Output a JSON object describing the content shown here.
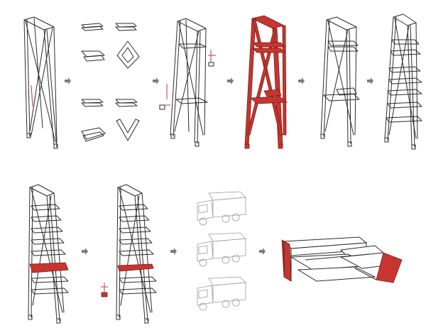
{
  "diagram": {
    "colors": {
      "line": "#2b2b2b",
      "accent_red": "#c8352f",
      "arrow_grey": "#7b7b7b",
      "truck_grey": "#9a9a9a",
      "background": "#ffffff"
    },
    "steps_row1": [
      "tower-frame",
      "beam-components",
      "tower-with-beams",
      "tower-highlighted",
      "tower-assembled",
      "tower-stacked"
    ],
    "steps_row2": [
      "tower-with-red-deck",
      "tower-crane",
      "trucks-transport",
      "final-structure"
    ]
  }
}
